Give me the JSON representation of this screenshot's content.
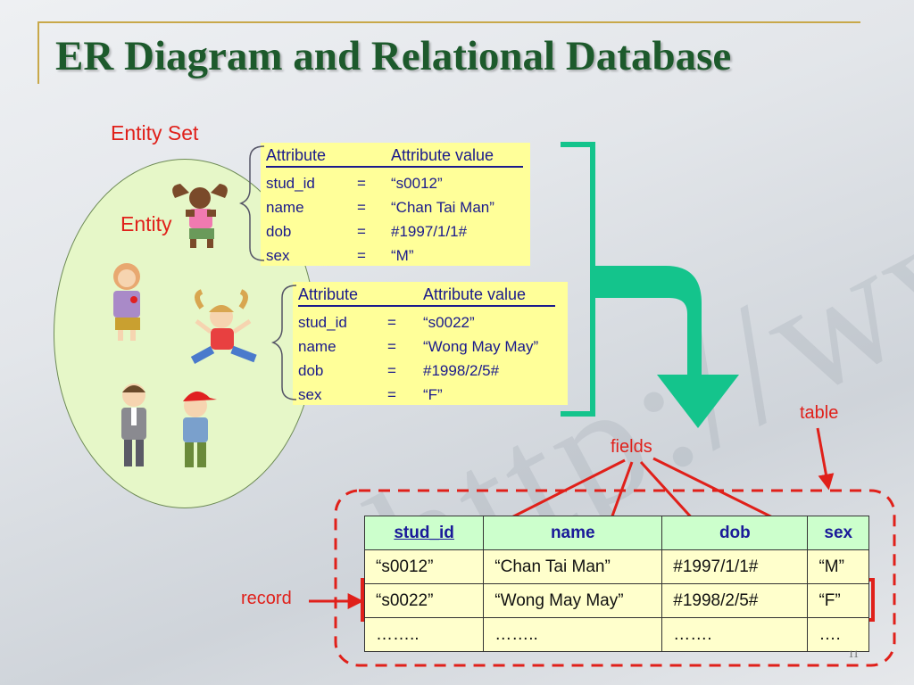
{
  "title": "ER Diagram and Relational Database",
  "labels": {
    "entity_set": "Entity Set",
    "entity": "Entity",
    "table": "table",
    "fields": "fields",
    "record": "record"
  },
  "entities": [
    {
      "header": [
        "Attribute",
        "Attribute value"
      ],
      "rows": [
        [
          "stud_id",
          "=",
          "“s0012”"
        ],
        [
          "name",
          "=",
          "“Chan Tai Man”"
        ],
        [
          "dob",
          "=",
          "#1997/1/1#"
        ],
        [
          "sex",
          "=",
          "“M”"
        ]
      ]
    },
    {
      "header": [
        "Attribute",
        "Attribute value"
      ],
      "rows": [
        [
          "stud_id",
          "=",
          "“s0022”"
        ],
        [
          "name",
          "=",
          "“Wong May May”"
        ],
        [
          "dob",
          "=",
          "#1998/2/5#"
        ],
        [
          "sex",
          "=",
          "“F”"
        ]
      ]
    }
  ],
  "table": {
    "columns": [
      "stud_id",
      "name",
      "dob",
      "sex"
    ],
    "rows": [
      [
        "“s0012”",
        "“Chan Tai Man”",
        "#1997/1/1#",
        "“M”"
      ],
      [
        "“s0022”",
        "“Wong May May”",
        "#1998/2/5#",
        "“F”"
      ],
      [
        "……..",
        "……..",
        "…….",
        "…."
      ]
    ]
  },
  "slide_number": "11",
  "colors": {
    "title": "#1d5a2c",
    "label_red": "#e0201a",
    "panel_yellow": "#ffff99",
    "arrow_teal": "#14c48c",
    "header_green": "#ccffcc"
  }
}
